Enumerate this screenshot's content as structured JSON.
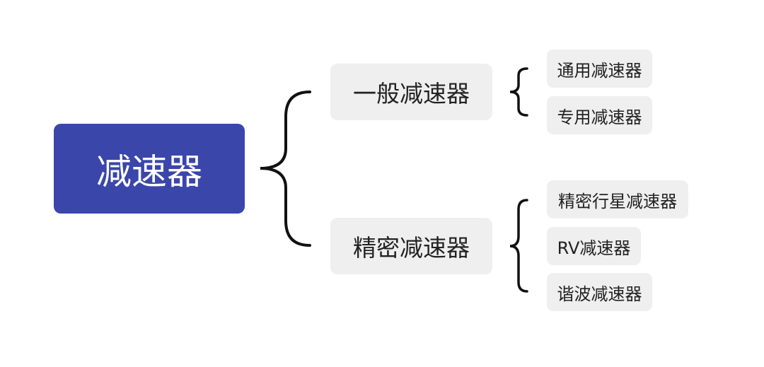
{
  "colors": {
    "root_bg": "#3a46aa",
    "node_bg": "#efefef",
    "bracket": "#111111"
  },
  "root": {
    "label": "减速器"
  },
  "branches": [
    {
      "label": "一般减速器",
      "children": [
        "通用减速器",
        "专用减速器"
      ]
    },
    {
      "label": "精密减速器",
      "children": [
        "精密行星减速器",
        "RV减速器",
        "谐波减速器"
      ]
    }
  ]
}
